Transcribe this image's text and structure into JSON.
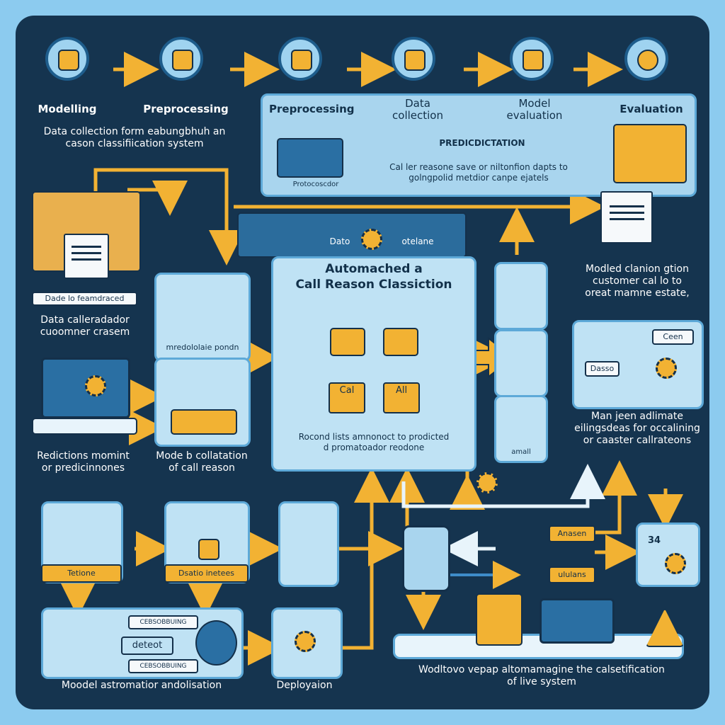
{
  "top_row": {
    "modelling": "Modelling",
    "preprocessing": "Preprocessing",
    "preprocessing_2": "Preprocessing",
    "data_collection": "Data\ncollection",
    "model_evaluation": "Model\nevaluation",
    "evaluation": "Evaluation",
    "caption": "Data collection form eabungbhuh an\ncason  classifiication system"
  },
  "prediction_panel": {
    "title": "PREDICDICTATION",
    "body": "Cal ler reasone save or niltonfion dapts to\ngolngpolid metdior canpe ejatels",
    "footer": "Protocoscdor"
  },
  "left_side": {
    "data_tag": "Dade lo feamdraced",
    "customer_caption": "Data calleradador\ncuoomner crasem",
    "predictions_caption": "Redictions momint\nor predicinnones",
    "modelable_label": "mredololaie pondn",
    "mode_caption": "Mode b collatation\nof call reason"
  },
  "center": {
    "header_left": "Dato",
    "header_right": "otelane",
    "title_1": "Automached a",
    "title_2": "Call Reason Classiction",
    "node_call": "Cal",
    "node_all": "All",
    "footer": "Rocond lists amnonoct to prodicted\nd promatoador reodone",
    "phone_label": "amall"
  },
  "right_side": {
    "model_caption": "Modled clanion gtion\ncustomer cal lo to\noreat mamne estate,",
    "panel_tag": "Ceen",
    "panel_tag_2": "Dasso",
    "many_caption": "Man jeen adlimate\neilingsdeas for occalining\nor caaster callrateons",
    "badge_1": "Anasen",
    "badge_2": "ululans",
    "final_box": "34"
  },
  "bottom": {
    "tag_1": "Tetione",
    "tag_2": "Dsatio inetees",
    "chip_1": "CEBSOBBUING",
    "chip_2": "deteot",
    "chip_3": "CEBSOBBUING",
    "caption_left": "Moodel astromatior andolisation",
    "caption_mid": "Deployaion",
    "caption_right": "Wodltovo vepap altomamagine the calsetification\nof live system"
  },
  "colors": {
    "background": "#8ccbef",
    "frame": "#15344f",
    "accent": "#f2b233",
    "panel": "#bfe2f4"
  }
}
